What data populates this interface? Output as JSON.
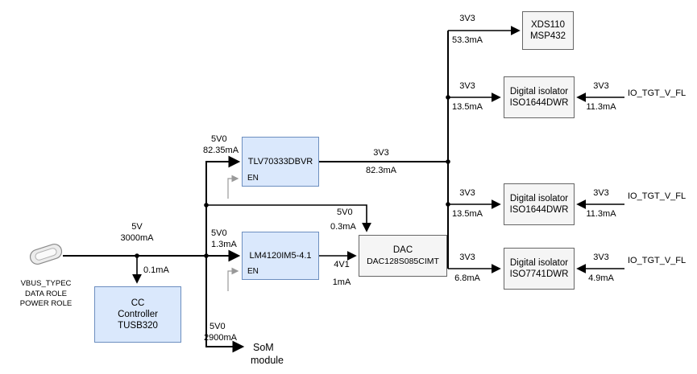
{
  "nodes": {
    "cc_controller": {
      "line1": "CC",
      "line2": "Controller",
      "line3": "TUSB320"
    },
    "tlv": {
      "label": "TLV70333DBVR",
      "en": "EN"
    },
    "lm": {
      "label": "LM4120IM5-4.1",
      "en": "EN"
    },
    "dac": {
      "line1": "DAC",
      "line2": "DAC128S085CIMT"
    },
    "xds": {
      "line1": "XDS110",
      "line2": "MSP432"
    },
    "iso1": {
      "line1": "Digital isolator",
      "line2": "ISO1644DWR"
    },
    "iso2": {
      "line1": "Digital isolator",
      "line2": "ISO1644DWR"
    },
    "iso3": {
      "line1": "Digital isolator",
      "line2": "ISO7741DWR"
    },
    "som": {
      "line1": "SoM",
      "line2": "module"
    }
  },
  "source": {
    "caption1": "VBUS_TYPEC",
    "caption2": "DATA ROLE",
    "caption3": "POWER ROLE"
  },
  "edges": {
    "usb": {
      "v": "5V",
      "i": "3000mA"
    },
    "cc": {
      "i": "0.1mA"
    },
    "tlv_in": {
      "v": "5V0",
      "i": "82.35mA"
    },
    "tlv_out": {
      "v": "3V3",
      "i": "82.3mA"
    },
    "lm_in": {
      "v": "5V0",
      "i": "1.3mA"
    },
    "lm_out": {
      "v": "4V1",
      "i": "1mA"
    },
    "dac_in": {
      "v": "5V0",
      "i": "0.3mA"
    },
    "som": {
      "v": "5V0",
      "i": "2900mA"
    },
    "xds": {
      "v": "3V3",
      "i": "53.3mA"
    },
    "iso1_in": {
      "v": "3V3",
      "i": "13.5mA"
    },
    "iso1_ext": {
      "v": "3V3",
      "i": "11.3mA",
      "net": "IO_TGT_V_FL"
    },
    "iso2_in": {
      "v": "3V3",
      "i": "13.5mA"
    },
    "iso2_ext": {
      "v": "3V3",
      "i": "11.3mA",
      "net": "IO_TGT_V_FL"
    },
    "iso3_in": {
      "v": "3V3",
      "i": "6.8mA"
    },
    "iso3_ext": {
      "v": "3V3",
      "i": "4.9mA",
      "net": "IO_TGT_V_FL"
    }
  },
  "colors": {
    "regulator_fill": "#dae8fc",
    "regulator_border": "#6c8ebf",
    "device_fill": "#f5f5f5",
    "device_border": "#666666",
    "wire": "#000000",
    "enable_wire": "#999999"
  }
}
